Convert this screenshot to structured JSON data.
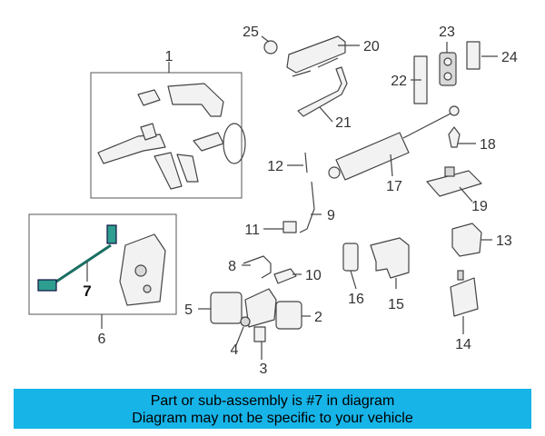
{
  "callouts": [
    "1",
    "2",
    "3",
    "4",
    "5",
    "6",
    "7",
    "8",
    "9",
    "10",
    "11",
    "12",
    "13",
    "14",
    "15",
    "16",
    "17",
    "18",
    "19",
    "20",
    "21",
    "22",
    "23",
    "24",
    "25"
  ],
  "banner": {
    "line1": "Part or sub-assembly is #7 in diagram",
    "line2": "Diagram may not be specific to your vehicle"
  },
  "colors": {
    "banner_bg": "#17b4e8",
    "highlight_part": "#2d9e8f"
  }
}
